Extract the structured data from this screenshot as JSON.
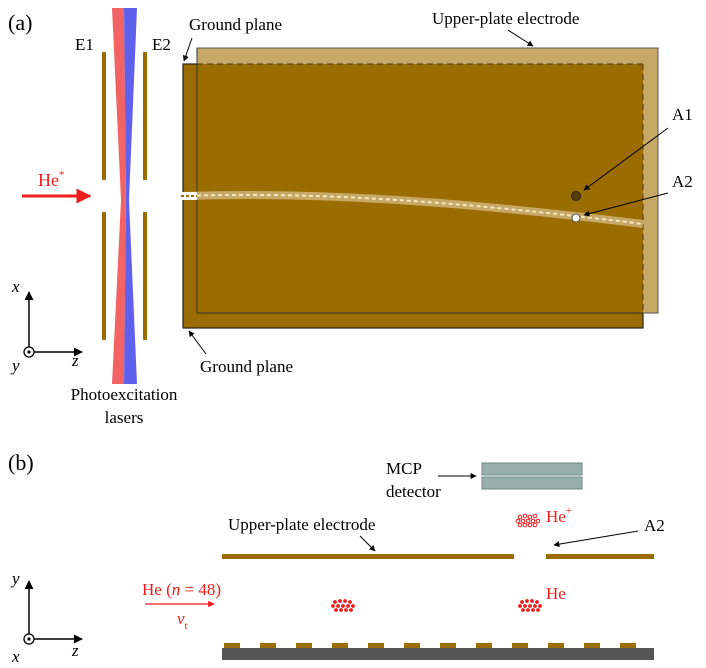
{
  "panel_a": {
    "label": "(a)",
    "electrode_e1": "E1",
    "electrode_e2": "E2",
    "beam_label_base": "He",
    "beam_label_sup": "*",
    "ground_plane_top": "Ground plane",
    "ground_plane_bottom": "Ground plane",
    "upper_plate": "Upper-plate electrode",
    "aperture_a1": "A1",
    "aperture_a2": "A2",
    "lasers_line1": "Photoexcitation",
    "lasers_line2": "lasers",
    "axis_x": "x",
    "axis_y": "y",
    "axis_z": "z"
  },
  "panel_b": {
    "label": "(b)",
    "mcp_line1": "MCP",
    "mcp_line2": "detector",
    "upper_plate": "Upper-plate electrode",
    "aperture_a2": "A2",
    "ion_base": "He",
    "ion_sup": "+",
    "he_label": "He",
    "beam_prefix": "He (",
    "beam_n": "n",
    "beam_suffix": " = 48)",
    "velocity_base": "v",
    "velocity_sub": "t",
    "axis_x": "x",
    "axis_y": "y",
    "axis_z": "z"
  },
  "colors": {
    "electrode": "#9b6c00",
    "electrode_edge": "#222222",
    "upper_plate": "#c8a866",
    "beam_red": "#ee1c1c",
    "laser_red": "#f26464",
    "laser_blue": "#6060ee",
    "mcp": "#97b0aa",
    "ground": "#555555"
  }
}
